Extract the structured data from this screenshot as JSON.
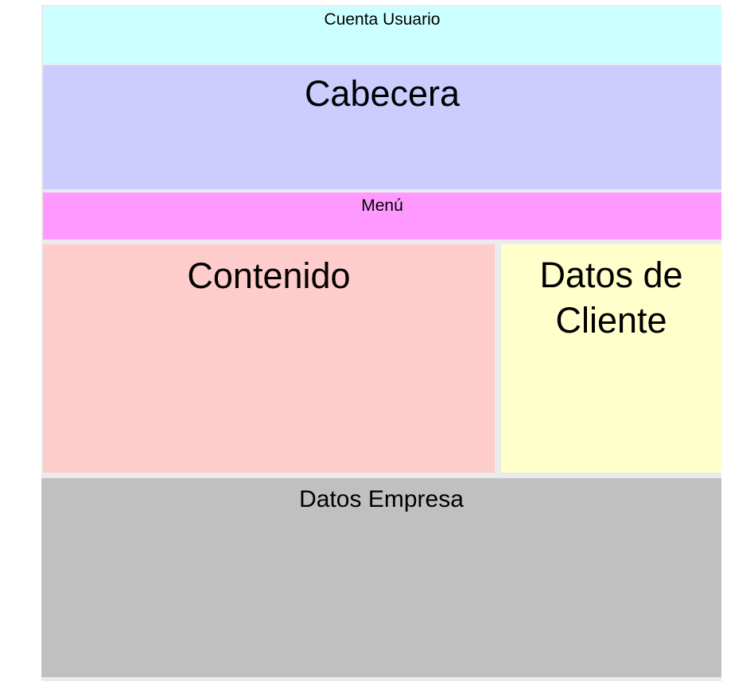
{
  "sections": {
    "cuenta_usuario": "Cuenta Usuario",
    "cabecera": "Cabecera",
    "menu": "Menú",
    "contenido": "Contenido",
    "datos_cliente": "Datos de Cliente",
    "datos_empresa": "Datos Empresa"
  },
  "colors": {
    "cuenta_usuario": "#ccffff",
    "cabecera": "#ccccff",
    "menu": "#ff99ff",
    "contenido": "#ffcccc",
    "datos_cliente": "#ffffcc",
    "datos_empresa": "#c0c0c0",
    "frame": "#ebebeb"
  }
}
